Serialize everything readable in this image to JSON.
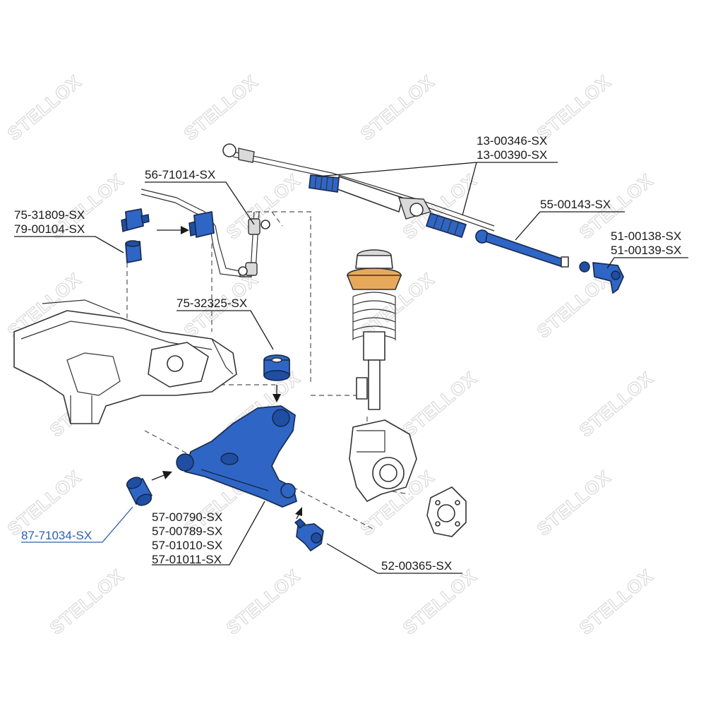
{
  "watermark": {
    "text": "STELLOX",
    "repeat": 24
  },
  "colors": {
    "highlight_part": "#2f66c6",
    "highlight_label": "#2c5fb0",
    "line": "#1a1a1a"
  },
  "labels": {
    "tie_rod_boot_a": "13-00346-SX",
    "tie_rod_boot_b": "13-00390-SX",
    "stabilizer_link": "56-71014-SX",
    "stabilizer_bush_a": "75-31809-SX",
    "stabilizer_bush_b": "79-00104-SX",
    "axial_joint": "55-00143-SX",
    "tie_rod_end_a": "51-00138-SX",
    "tie_rod_end_b": "51-00139-SX",
    "arm_bush_rear": "75-32325-SX",
    "control_arm_a": "57-00790-SX",
    "control_arm_b": "57-00789-SX",
    "control_arm_c": "57-01010-SX",
    "control_arm_d": "57-01011-SX",
    "arm_bush_front": "87-71034-SX",
    "ball_joint": "52-00365-SX"
  }
}
